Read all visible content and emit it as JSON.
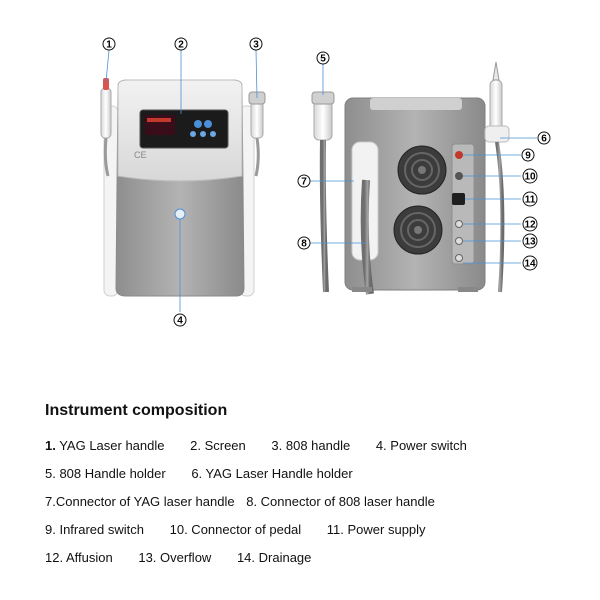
{
  "diagram": {
    "front_view": {
      "screen_header": "",
      "callouts": [
        "1",
        "2",
        "3",
        "4"
      ]
    },
    "back_view": {
      "callouts": [
        "5",
        "6",
        "7",
        "8",
        "9",
        "10",
        "11",
        "12",
        "13",
        "14"
      ]
    }
  },
  "legend": {
    "title": "Instrument composition",
    "lines": [
      [
        {
          "num": "1.",
          "text": " YAG Laser handle"
        },
        {
          "num": "",
          "text": "2. Screen"
        },
        {
          "num": "",
          "text": "3. 808 handle"
        },
        {
          "num": "",
          "text": "4. Power switch"
        }
      ],
      [
        {
          "num": "",
          "text": "5.  808 Handle holder"
        },
        {
          "num": "",
          "text": "6. YAG Laser Handle holder"
        }
      ],
      [
        {
          "num": "",
          "text": "7.Connector of YAG laser handle"
        },
        {
          "num": "",
          "text": "8. Connector of 808 laser handle"
        }
      ],
      [
        {
          "num": "",
          "text": "9. Infrared switch"
        },
        {
          "num": "",
          "text": "10. Connector of pedal"
        },
        {
          "num": "",
          "text": "11. Power supply"
        }
      ],
      [
        {
          "num": "",
          "text": "12.  Affusion"
        },
        {
          "num": "",
          "text": "13. Overflow"
        },
        {
          "num": "",
          "text": "14. Drainage"
        }
      ]
    ]
  }
}
